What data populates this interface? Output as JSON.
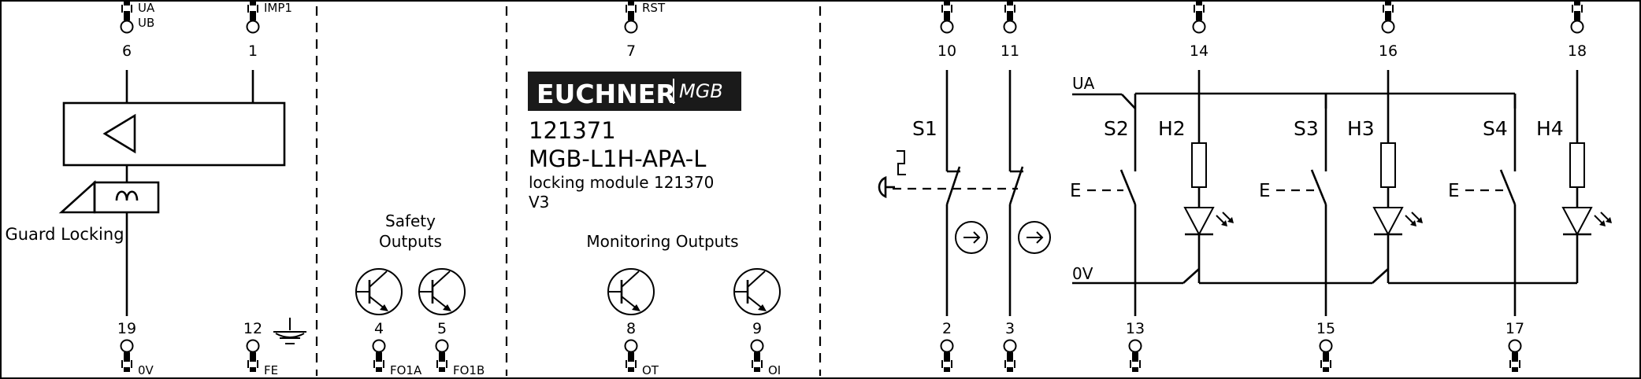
{
  "brand": {
    "logo_text": "EUCHNER",
    "sub_logo": "MGB"
  },
  "module": {
    "part_number": "121371",
    "model": "MGB-L1H-APA-L",
    "description": "locking module 121370",
    "version": "V3"
  },
  "labels": {
    "guard_locking": "Guard Locking",
    "safety_outputs_1": "Safety",
    "safety_outputs_2": "Outputs",
    "monitoring_outputs": "Monitoring Outputs"
  },
  "top_terminals": [
    {
      "num": "6",
      "name1": "UA",
      "name2": "UB"
    },
    {
      "num": "1",
      "name1": "IMP1"
    },
    {
      "num": "7",
      "name1": "RST"
    },
    {
      "num": "10"
    },
    {
      "num": "11"
    },
    {
      "num": "14"
    },
    {
      "num": "16"
    },
    {
      "num": "18"
    }
  ],
  "bottom_terminals": [
    {
      "num": "19",
      "name": "0V"
    },
    {
      "num": "12",
      "name": "FE"
    },
    {
      "num": "4",
      "name": "FO1A"
    },
    {
      "num": "5",
      "name": "FO1B"
    },
    {
      "num": "8",
      "name": "OT"
    },
    {
      "num": "9",
      "name": "OI"
    },
    {
      "num": "2"
    },
    {
      "num": "3"
    },
    {
      "num": "13"
    },
    {
      "num": "15"
    },
    {
      "num": "17"
    }
  ],
  "switches": [
    "S1",
    "S2",
    "S3",
    "S4"
  ],
  "leds": [
    "H2",
    "H3",
    "H4"
  ],
  "rails": {
    "supply": "UA",
    "ground": "0V"
  },
  "actuator_label": "E"
}
